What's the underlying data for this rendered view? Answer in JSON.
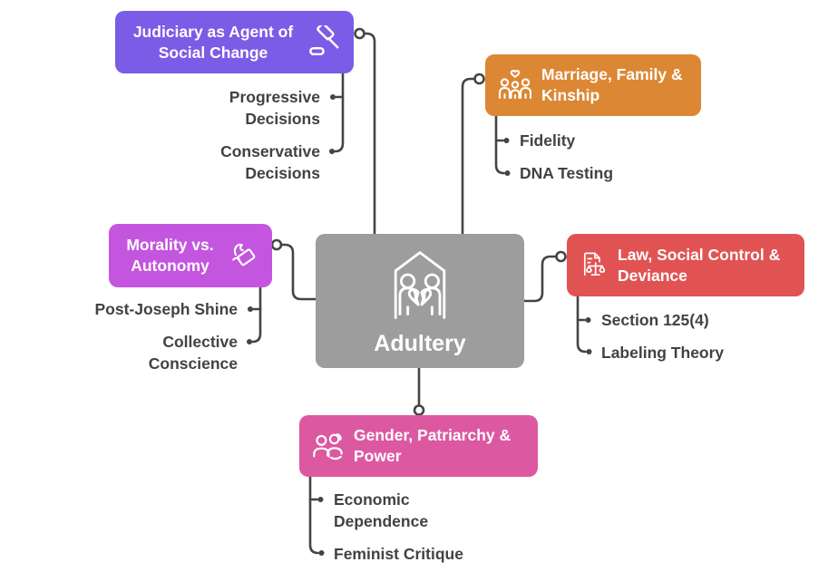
{
  "title": "Adultery mind map",
  "colors": {
    "background": "#ffffff",
    "line": "#444444",
    "child_text": "#424242",
    "node_text": "#ffffff",
    "center_gray": "#9D9D9D",
    "judiciary_purple": "#7A5CE6",
    "marriage_orange": "#DC8733",
    "morality_magenta": "#C355DE",
    "law_red": "#E15352",
    "gender_pink": "#DC59A1"
  },
  "center": {
    "label": "Adultery",
    "color": "#9D9D9D",
    "icon": "house-broken-family-icon"
  },
  "branches": [
    {
      "id": "judiciary",
      "label": "Judiciary as Agent of\nSocial Change",
      "color": "#7A5CE6",
      "icon": "gavel-icon",
      "children": [
        "Progressive\nDecisions",
        "Conservative\nDecisions"
      ]
    },
    {
      "id": "marriage",
      "label": "Marriage, Family &\nKinship",
      "color": "#DC8733",
      "icon": "family-icon",
      "children": [
        "Fidelity",
        "DNA Testing"
      ]
    },
    {
      "id": "morality",
      "label": "Morality vs.\nAutonomy",
      "color": "#C355DE",
      "icon": "hand-ballot-icon",
      "children": [
        "Post-Joseph Shine",
        "Collective\nConscience"
      ]
    },
    {
      "id": "law",
      "label": "Law, Social Control &\nDeviance",
      "color": "#E15352",
      "icon": "scales-document-icon",
      "children": [
        "Section 125(4)",
        "Labeling Theory"
      ]
    },
    {
      "id": "gender",
      "label": "Gender, Patriarchy &\nPower",
      "color": "#DC59A1",
      "icon": "two-people-icon",
      "children": [
        "Economic\nDependence",
        "Feminist Critique"
      ]
    }
  ]
}
